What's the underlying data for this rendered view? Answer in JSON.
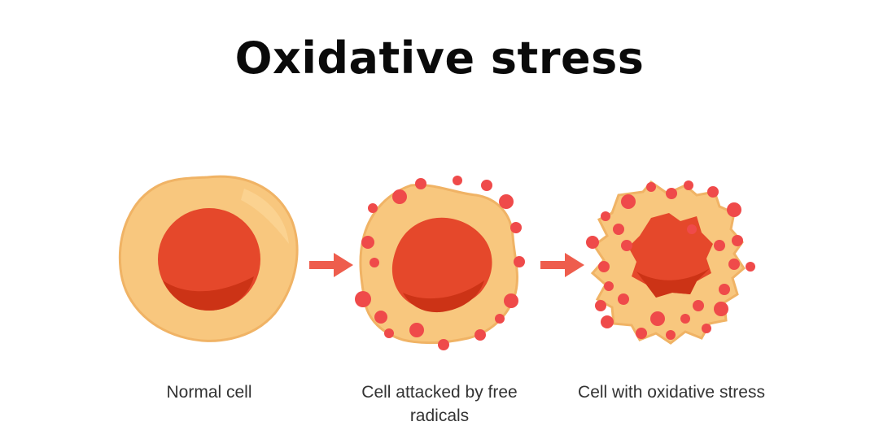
{
  "title": "Oxidative stress",
  "stages": [
    {
      "label": "Normal cell"
    },
    {
      "label": "Cell attacked by free radicals"
    },
    {
      "label": "Cell with oxidative stress"
    }
  ],
  "colors": {
    "cytoplasm": "#f8c77e",
    "cytoplasm_edge": "#f0b365",
    "nucleus": "#e5482b",
    "nucleus_shade": "#cc3316",
    "radical": "#ef4a4a",
    "arrow": "#ee5d4d"
  }
}
